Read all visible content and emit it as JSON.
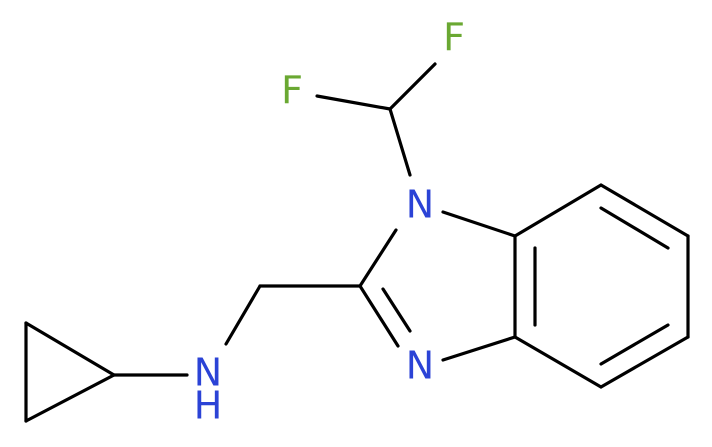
{
  "molecule": {
    "atoms": {
      "f_top": "F",
      "f_left": "F",
      "n1": "N",
      "n3": "N",
      "nh_n": "N",
      "nh_h": "H"
    },
    "colors": {
      "fluorine": "#6aa832",
      "nitrogen": "#2b43d6",
      "bond": "#000000"
    }
  }
}
